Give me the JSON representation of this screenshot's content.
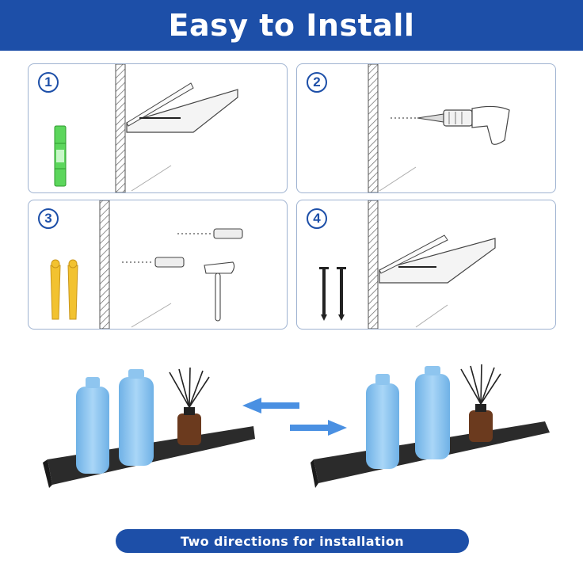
{
  "banner": {
    "title": "Easy to Install"
  },
  "steps": [
    {
      "number": "1"
    },
    {
      "number": "2"
    },
    {
      "number": "3"
    },
    {
      "number": "4"
    }
  ],
  "footer": {
    "caption": "Two directions for installation"
  },
  "colors": {
    "brand_blue": "#1d4fa8",
    "panel_border": "#9fb3d1",
    "bottle_blue": "#8ec5ef",
    "shelf_black": "#2b2b2b",
    "level_green": "#5cd65c",
    "anchor_yellow": "#f2c230"
  },
  "icons": [
    "spirit-level-icon",
    "drill-icon",
    "wall-anchor-icon",
    "hammer-icon",
    "screw-icon",
    "shelf-icon",
    "arrow-left-icon",
    "arrow-right-icon"
  ]
}
